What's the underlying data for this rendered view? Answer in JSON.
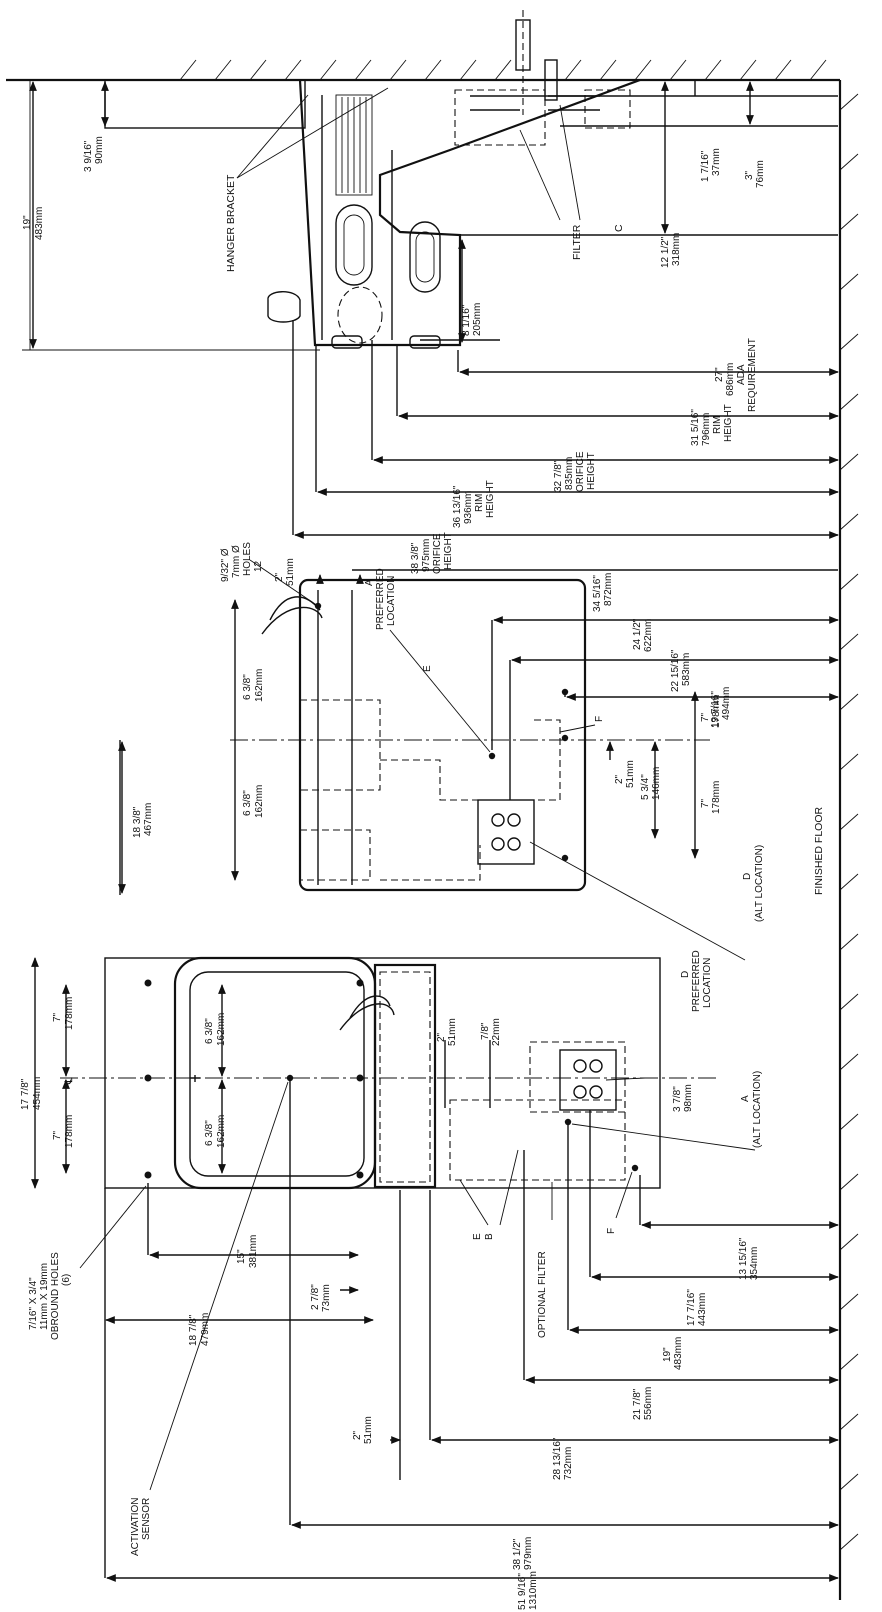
{
  "labels": {
    "hanger_bracket": "HANGER BRACKET",
    "filter": "FILTER",
    "c": "C",
    "finished_floor": "FINISHED FLOOR",
    "a_preferred_1": "A",
    "a_preferred_2": "PREFERRED",
    "a_preferred_3": "LOCATION",
    "e_side": "E",
    "f_side": "F",
    "holes_1": "9/32\" Ø",
    "holes_2": "7mm Ø",
    "holes_3": "HOLES",
    "holes_4": "12",
    "d_alt_1": "D",
    "d_alt_2": "(ALT LOCATION)",
    "d_pref_1": "D",
    "d_pref_2": "PREFERRED",
    "d_pref_3": "LOCATION",
    "a_alt_1": "A",
    "a_alt_2": "(ALT LOCATION)",
    "obround_1": "7/16\" X 3/4\"",
    "obround_2": "11mm X 19mm",
    "obround_3": "OBROUND HOLES",
    "obround_4": "(6)",
    "activation_1": "ACTIVATION",
    "activation_2": "SENSOR",
    "e_front": "E",
    "b_front": "B",
    "optional_filter": "OPTIONAL FILTER",
    "f_front": "F",
    "centerline": "℄"
  },
  "dims": {
    "d19_top": {
      "imp": "19\"",
      "met": "483mm"
    },
    "d3916": {
      "imp": "3 9/16\"",
      "met": "90mm"
    },
    "d17_16": {
      "imp": "1 7/16\"",
      "met": "37mm"
    },
    "d3": {
      "imp": "3\"",
      "met": "76mm"
    },
    "d12_12": {
      "imp": "12 1/2\"",
      "met": "318mm"
    },
    "d8_116": {
      "imp": "8 1/16\"",
      "met": "205mm"
    },
    "d27": {
      "imp": "27\"",
      "met": "686mm",
      "note1": "ADA",
      "note2": "REQUIREMENT"
    },
    "d31_516": {
      "imp": "31 5/16\"",
      "met": "796mm",
      "note1": "RIM",
      "note2": "HEIGHT"
    },
    "d32_78": {
      "imp": "32 7/8\"",
      "met": "835mm",
      "note1": "ORIFICE",
      "note2": "HEIGHT"
    },
    "d36_1316": {
      "imp": "36 13/16\"",
      "met": "936mm",
      "note1": "RIM",
      "note2": "HEIGHT"
    },
    "d38_38": {
      "imp": "38 3/8\"",
      "met": "975mm",
      "note1": "ORIFICE",
      "note2": "HEIGHT"
    },
    "d2_top": {
      "imp": "2\"",
      "met": "51mm"
    },
    "d34_516": {
      "imp": "34 5/16\"",
      "met": "872mm"
    },
    "d24_12": {
      "imp": "24 1/2\"",
      "met": "622mm"
    },
    "d22_1516": {
      "imp": "22 15/16\"",
      "met": "583mm"
    },
    "d19_716": {
      "imp": "19 7/16\"",
      "met": "494mm"
    },
    "d6_38a": {
      "imp": "6 3/8\"",
      "met": "162mm"
    },
    "d6_38b": {
      "imp": "6 3/8\"",
      "met": "162mm"
    },
    "d18_38": {
      "imp": "18 3/8\"",
      "met": "467mm"
    },
    "d2_mid": {
      "imp": "2\"",
      "met": "51mm"
    },
    "d5_34": {
      "imp": "5 3/4\"",
      "met": "146mm"
    },
    "d7a": {
      "imp": "7\"",
      "met": "178mm"
    },
    "d7b": {
      "imp": "7\"",
      "met": "178mm"
    },
    "d17_78": {
      "imp": "17 7/8\"",
      "met": "454mm"
    },
    "d7c": {
      "imp": "7\"",
      "met": "178mm"
    },
    "d7d": {
      "imp": "7\"",
      "met": "178mm"
    },
    "d6_38c": {
      "imp": "6 3/8\"",
      "met": "162mm"
    },
    "d6_38d": {
      "imp": "6 3/8\"",
      "met": "162mm"
    },
    "d2_front": {
      "imp": "2\"",
      "met": "51mm"
    },
    "d7_8": {
      "imp": "7/8\"",
      "met": "22mm"
    },
    "d3_78": {
      "imp": "3 7/8\"",
      "met": "98mm"
    },
    "d15": {
      "imp": "15\"",
      "met": "381mm"
    },
    "d2_78": {
      "imp": "2 7/8\"",
      "met": "73mm"
    },
    "d18_78": {
      "imp": "18 7/8\"",
      "met": "479mm"
    },
    "d2_bot": {
      "imp": "2\"",
      "met": "51mm"
    },
    "d13_1516": {
      "imp": "13 15/16\"",
      "met": "354mm"
    },
    "d17_716": {
      "imp": "17 7/16\"",
      "met": "443mm"
    },
    "d19_bot": {
      "imp": "19\"",
      "met": "483mm"
    },
    "d21_78": {
      "imp": "21 7/8\"",
      "met": "556mm"
    },
    "d28_1316": {
      "imp": "28 13/16\"",
      "met": "732mm"
    },
    "d38_12": {
      "imp": "38 1/2\"",
      "met": "979mm"
    },
    "d51_916": {
      "imp": "51 9/16\"",
      "met": "1310mm"
    }
  }
}
